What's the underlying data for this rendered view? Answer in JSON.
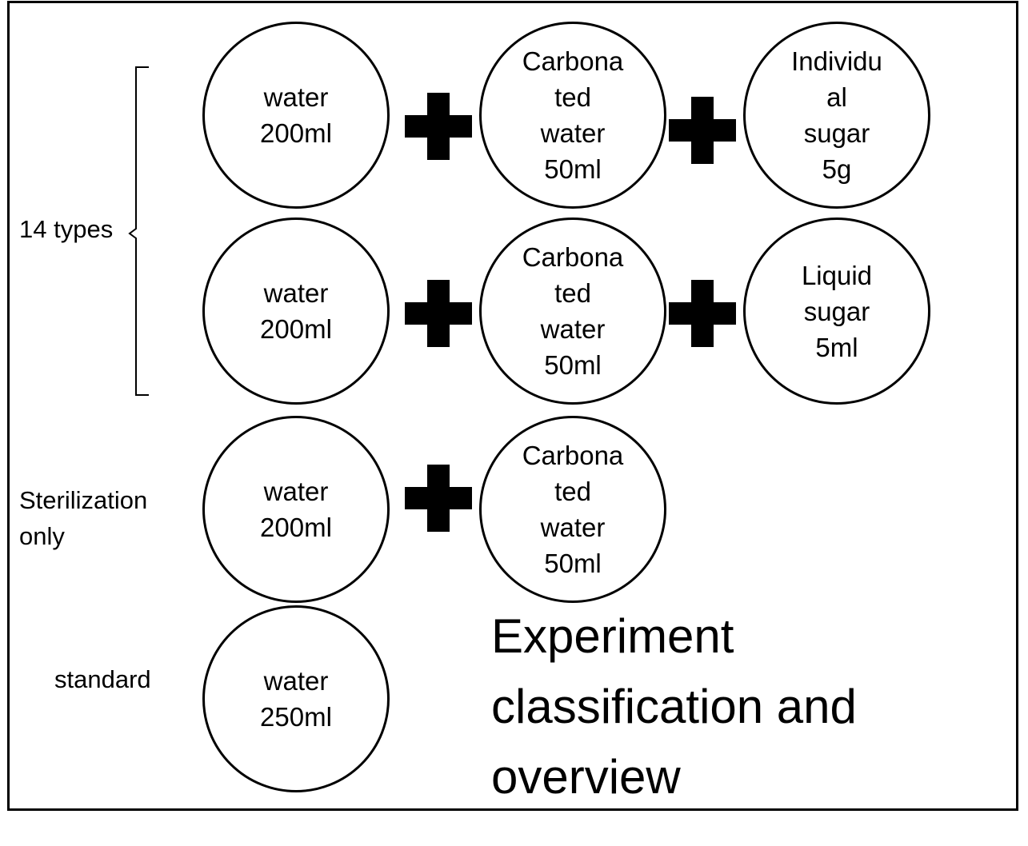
{
  "title": "Experiment\nclassification and\noverview",
  "groups": [
    {
      "label": "14 types",
      "rows": [
        {
          "items": [
            "water\n200ml",
            "Carbona\nted\nwater\n50ml",
            "Individu\nal\nsugar\n5g"
          ]
        },
        {
          "items": [
            "water\n200ml",
            "Carbona\nted\nwater\n50ml",
            "Liquid\nsugar\n5ml"
          ]
        }
      ]
    },
    {
      "label": "Sterilization\nonly",
      "rows": [
        {
          "items": [
            "water\n200ml",
            "Carbona\nted\nwater\n50ml"
          ]
        }
      ]
    },
    {
      "label": "standard",
      "rows": [
        {
          "items": [
            "water\n250ml"
          ]
        }
      ]
    }
  ]
}
